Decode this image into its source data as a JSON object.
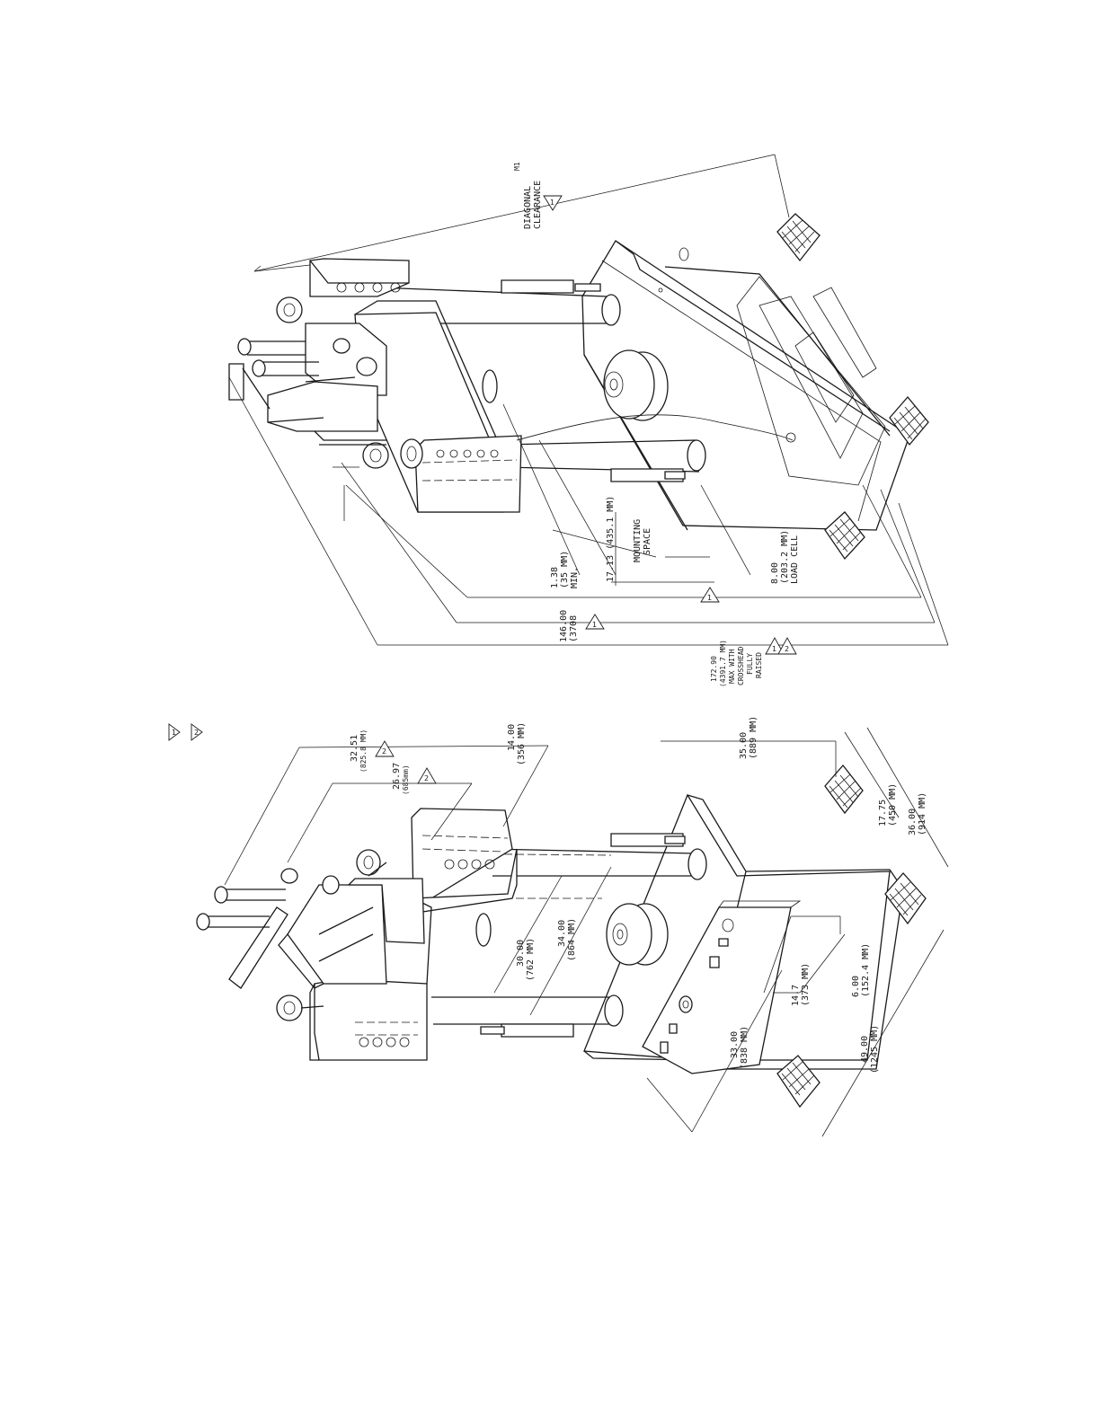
{
  "notes": {
    "legend_flag_1": "1",
    "legend_flag_2": "2"
  },
  "right_view": {
    "corner_mark": "M1",
    "diagonal_clearance": [
      "DIAGONAL",
      "CLEARANCE"
    ],
    "diagonal_flag": "1",
    "min_gap": [
      "1.38",
      "(35 MM)",
      "MIN."
    ],
    "mounting_space": [
      "17.13 (435.1 MM)",
      "MOUNTING",
      "SPACE"
    ],
    "load_cell": [
      "8.00",
      "(203.2 MM)",
      "LOAD CELL"
    ],
    "height_overall": [
      "146.00",
      "(3708"
    ],
    "height_flag": "1",
    "mid_flag": "1",
    "height_max": [
      "172.90",
      "(4391.7 MM)",
      "MAX WITH",
      "CROSSHEAD",
      "FULLY",
      "RAISED"
    ],
    "height_max_flags": [
      "1",
      "2"
    ]
  },
  "left_view": {
    "cyl_top": [
      "32.51",
      "(825.8 MM)"
    ],
    "cyl_top_flag": "2",
    "cyl_mid": [
      "26.97",
      "(685mm)"
    ],
    "cyl_mid_flag": "2",
    "crosshead_depth": [
      "14.00",
      "(356 MM)"
    ],
    "column_inner": [
      "30.00",
      "(762 MM)"
    ],
    "column_outer": [
      "34.00",
      "(864 MM)"
    ],
    "base_height": [
      "35.00",
      "(889 MM)"
    ],
    "foot_span_a": [
      "17.75",
      "(450 MM)"
    ],
    "foot_span_b": [
      "36.00",
      "(914 MM)"
    ],
    "console_depth": [
      "14.7",
      "(373 MM)"
    ],
    "console_offset": [
      "6.00",
      "(152.4 MM)"
    ],
    "console_width": [
      "33.00",
      "(838 MM)"
    ],
    "base_width": [
      "49.00",
      "(1245 MM)"
    ]
  }
}
